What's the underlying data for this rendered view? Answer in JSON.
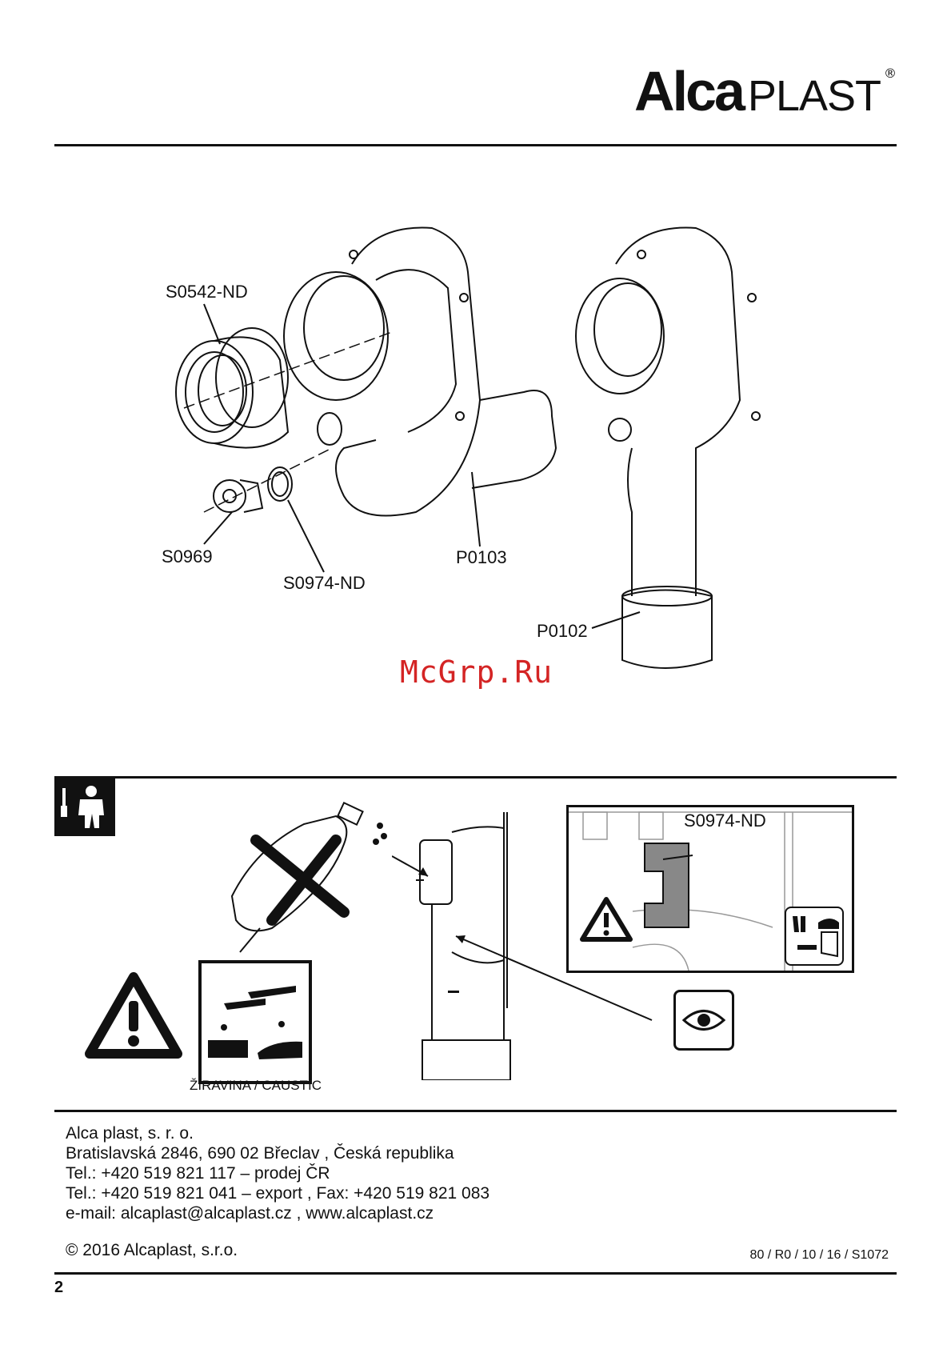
{
  "header": {
    "logo_main": "Alca",
    "logo_sub": "PLAST",
    "logo_reg": "®"
  },
  "parts": {
    "s0542": "S0542-ND",
    "s0969": "S0969",
    "s0974": "S0974-ND",
    "p0103": "P0103",
    "p0102": "P0102"
  },
  "watermark": "McGrp.Ru",
  "warning": {
    "caustic_label": "ŽÍRAVINA / CAUSTIC",
    "detail_label": "S0974-ND"
  },
  "footer": {
    "company": "Alca plast, s. r. o.",
    "address": "Bratislavská 2846, 690 02 Břeclav , Česká republika",
    "tel1": "Tel.: +420 519 821 117 – prodej ČR",
    "tel2": "Tel.: +420 519 821 041 – export , Fax: +420 519 821 083",
    "email": "e-mail: alcaplast@alcaplast.cz , www.alcaplast.cz",
    "copyright": "© 2016 Alcaplast, s.r.o.",
    "doc_code": "80 / R0 / 10 / 16 / S1072",
    "page_number": "2"
  },
  "icons": [
    "installer-icon",
    "warning-triangle-icon",
    "caustic-hazard-icon",
    "eye-icon",
    "gloves-helmet-icon"
  ]
}
